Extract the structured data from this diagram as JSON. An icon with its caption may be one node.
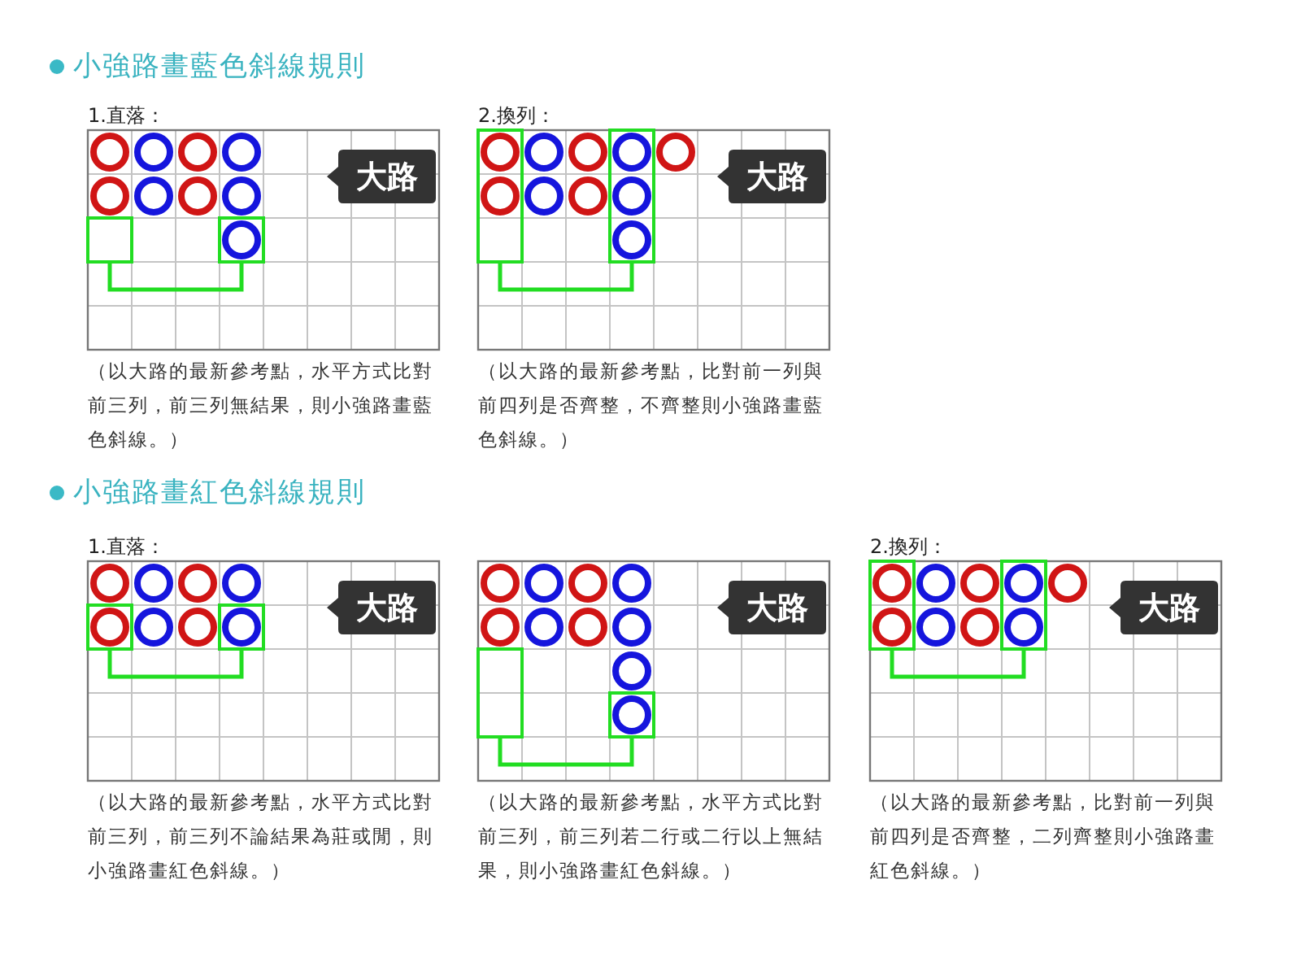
{
  "diagram": {
    "nodes": [
      {
        "text": [],
        "shape": "box"
      },
      {
        "text": [],
        "shape": "box"
      },
      {
        "text": [
          "大路"
        ]
      },
      {
        "text": [],
        "shape": "box"
      },
      {
        "text": [],
        "shape": "box"
      },
      {
        "text": [
          "大路"
        ]
      },
      {
        "text": [],
        "shape": "box"
      },
      {
        "text": [],
        "shape": "box"
      },
      {
        "text": [
          "大路"
        ]
      },
      {
        "text": [],
        "shape": "box"
      },
      {
        "text": [],
        "shape": "box"
      },
      {
        "text": [
          "大路"
        ]
      },
      {
        "text": [],
        "shape": "box"
      },
      {
        "text": [],
        "shape": "box"
      },
      {
        "text": [
          "大路"
        ]
      }
    ],
    "edges": [
      {
        "from": 0,
        "to": 1,
        "arrow": "none"
      },
      {
        "from": 3,
        "to": 4,
        "arrow": "none"
      },
      {
        "from": 6,
        "to": 7,
        "arrow": "none"
      },
      {
        "from": 9,
        "to": 10,
        "arrow": "none"
      },
      {
        "from": 12,
        "to": 13,
        "arrow": "none"
      }
    ],
    "labels": [
      "小強路畫藍色斜線規則",
      "1.直落：",
      "2.換列：",
      "（以大路的最新參考點，水平方式比對前三列，前三列無結果，則小強路畫藍色斜線。）",
      "（以大路的最新參考點，比對前一列與前四列是否齊整，不齊整則小強路畫藍色斜線。）",
      "小強路畫紅色斜線規則",
      "1.直落：",
      "2.換列：",
      "（以大路的最新參考點，水平方式比對前三列，前三列不論結果為莊或閒，則小強路畫紅色斜線。）",
      "（以大路的最新參考點，水平方式比對前三列，前三列若二行或二行以上無結果，則小強路畫紅色斜線。）",
      "（以大路的最新參考點，比對前一列與前四列是否齊整，二列齊整則小強路畫紅色斜線。）"
    ]
  }
}
